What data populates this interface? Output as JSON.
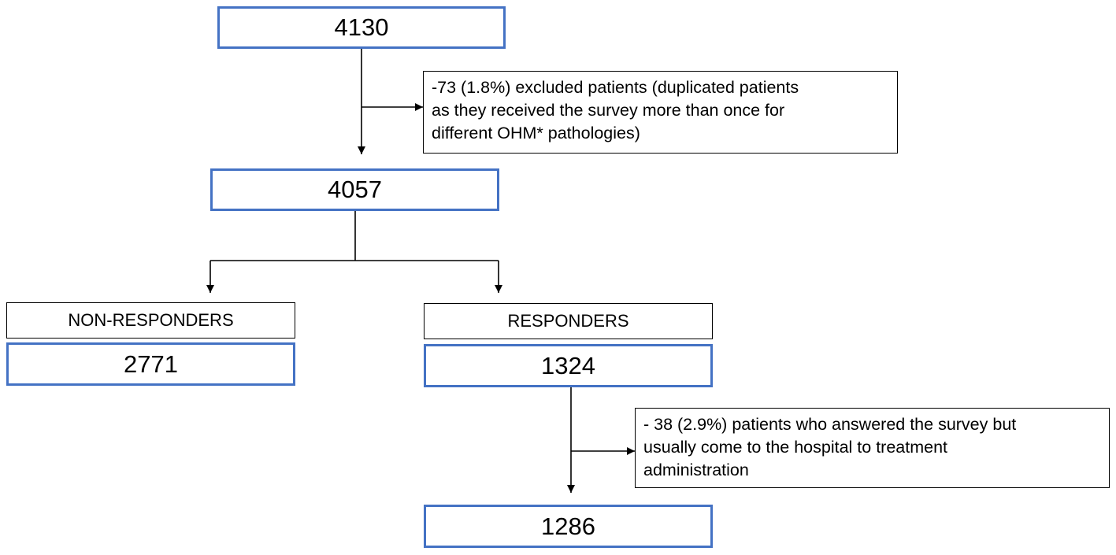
{
  "boxes": {
    "total": "4130",
    "after_exclusion": "4057",
    "non_responders_label": "NON-RESPONDERS",
    "non_responders_count": "2771",
    "responders_label": "RESPONDERS",
    "responders_count": "1324",
    "final": "1286"
  },
  "exclusions": {
    "first": {
      "lines": [
        "-73 (1.8%) excluded patients (duplicated patients",
        "as they received the survey more than once for",
        "different OHM* pathologies)"
      ]
    },
    "second": {
      "lines": [
        "- 38 (2.9%) patients who answered the survey but",
        "usually come to the hospital to treatment",
        "administration"
      ]
    }
  },
  "colors": {
    "count_box_border": "#4472c4",
    "label_box_border": "#000000",
    "connector": "#000000"
  }
}
